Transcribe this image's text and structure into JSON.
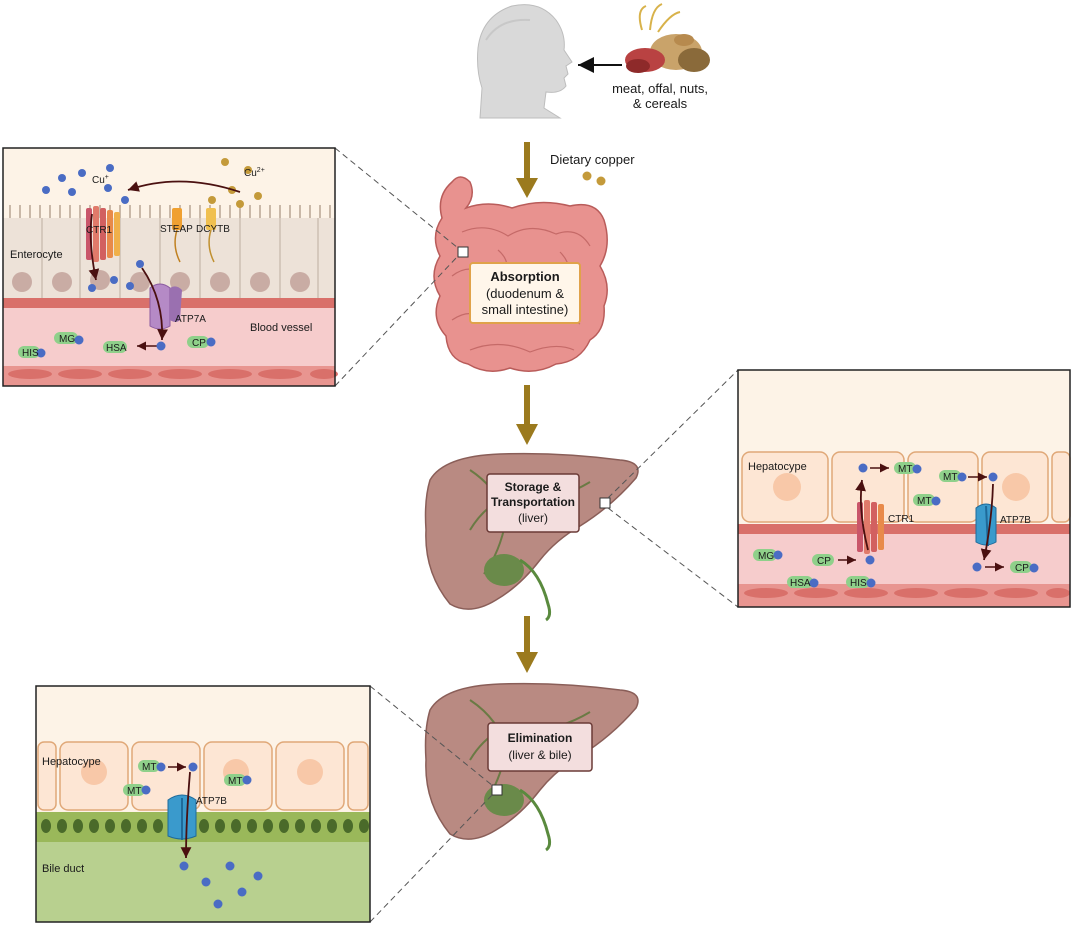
{
  "food": {
    "line1": "meat, offal, nuts,",
    "line2": "& cereals"
  },
  "dietary_copper": "Dietary copper",
  "absorption": {
    "title": "Absorption",
    "line1": "(duodenum &",
    "line2": "small intestine)"
  },
  "storage": {
    "title1": "Storage &",
    "title2": "Transportation",
    "line": "(liver)"
  },
  "elimination": {
    "title": "Elimination",
    "line": "(liver & bile)"
  },
  "enterocyte_panel": {
    "cell_label": "Enterocyte",
    "vessel_label": "Blood vessel",
    "cu1": "Cu",
    "cu1_sup": "+",
    "cu2": "Cu",
    "cu2_sup": "2+",
    "ctr1": "CTR1",
    "steap": "STEAP",
    "dcytb": "DCYTB",
    "atp7a": "ATP7A",
    "mg": "MG",
    "his": "HIS",
    "hsa": "HSA",
    "cp": "CP"
  },
  "hepatocyte_panel": {
    "cell_label": "Hepatocype",
    "mt_a": "MT",
    "mt_b": "MT",
    "mt_c": "MT",
    "ctr1": "CTR1",
    "atp7b": "ATP7B",
    "mg": "MG",
    "cp_left": "CP",
    "hsa": "HSA",
    "his": "HIS",
    "cp_right": "CP"
  },
  "bile_panel": {
    "cell_label": "Hepatocype",
    "duct_label": "Bile duct",
    "mt_a": "MT",
    "mt_b": "MT",
    "mt_c": "MT",
    "atp7b": "ATP7B"
  },
  "colors": {
    "flow_arrow": "#9b7a1e",
    "copper_blue": "#4a6cc4",
    "copper_gold": "#c49a3a",
    "pill_green": "#8fd08a",
    "vessel": "#f6cccc",
    "cell": "#fbe6d6",
    "intestine": "#e8928f",
    "liver": "#b98a82",
    "bile": "#b8d08f"
  }
}
